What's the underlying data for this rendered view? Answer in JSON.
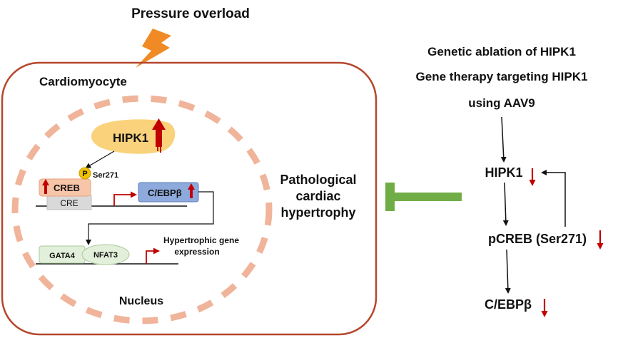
{
  "title": "Pressure overload",
  "cell_label": "Cardiomyocyte",
  "nucleus_label": "Nucleus",
  "proteins": {
    "hipk1": "HIPK1",
    "phospho": "P",
    "ser_site": "Ser271",
    "creb": "CREB",
    "cre": "CRE",
    "cebpb": "C/EBPβ",
    "gata4": "GATA4",
    "nfat3": "NFAT3",
    "target_gene_line1": "Hypertrophic gene",
    "target_gene_line2": "expression"
  },
  "outcome": {
    "line1": "Pathological",
    "line2": "cardiac",
    "line3": "hypertrophy"
  },
  "therapy": {
    "line1": "Genetic ablation of HIPK1",
    "line2": "Gene therapy targeting HIPK1",
    "line3": "using AAV9"
  },
  "pathway": {
    "hipk1": "HIPK1",
    "pcreb": "pCREB (Ser271)",
    "cebpb": "C/EBPβ"
  },
  "colors": {
    "lightning": "#F08A24",
    "cell_border": "#B5472C",
    "nucleus_dash": "#F0B49A",
    "hipk1_fill": "#F9D27B",
    "phospho_fill": "#F2C200",
    "creb_fill": "#F7C6A8",
    "cebpb_fill": "#8EA9DB",
    "gata4_fill": "#E2EFDA",
    "arrow_red": "#C00000",
    "inhibit_green": "#70AD47"
  }
}
